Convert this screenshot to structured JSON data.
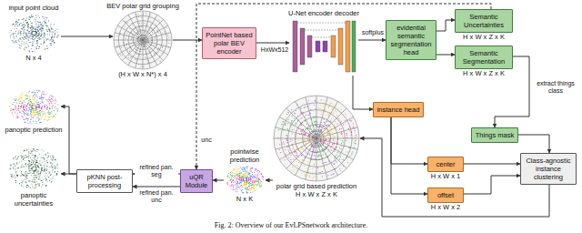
{
  "diagram": {
    "caption": "Fig. 2: Overview of our EvLPSnetwork architecture.",
    "nodes": [
      {
        "text": [
          "input point cloud",
          "N x 4"
        ]
      },
      {
        "text": [
          "BEV polar grid grouping",
          "(H x W x N*) x 4"
        ]
      },
      {
        "text": [
          "PointNet based polar BEV encoder"
        ]
      },
      {
        "text": [
          "U-Net encoder decoder"
        ]
      },
      {
        "text": [
          "evidential semantic segmentation head"
        ]
      },
      {
        "text": [
          "Semantic Uncertainties",
          "H x W x Z x K"
        ]
      },
      {
        "text": [
          "Semantic Segmentation",
          "H x W x Z x K"
        ]
      },
      {
        "text": [
          "panoptic prediction"
        ]
      },
      {
        "text": [
          "instance head"
        ]
      },
      {
        "text": [
          "Things mask"
        ]
      },
      {
        "text": [
          "polar grid based prediction",
          "H x W x Z x K"
        ]
      },
      {
        "text": [
          "center",
          "H x W x 1"
        ]
      },
      {
        "text": [
          "Class-agnostic instance clustering"
        ]
      },
      {
        "text": [
          "panoptic uncertainties"
        ]
      },
      {
        "text": [
          "pKNN post-processing"
        ]
      },
      {
        "text": [
          "uQR Module"
        ]
      },
      {
        "text": [
          "pointwise prediction",
          "N x K"
        ]
      },
      {
        "text": [
          "offset",
          "H x W x 2"
        ]
      }
    ],
    "edges": [
      {
        "from": 0,
        "to": 1,
        "arrow": "to"
      },
      {
        "from": 1,
        "to": 2,
        "arrow": "to"
      },
      {
        "from": 2,
        "to": 3,
        "label": "HxWx512",
        "arrow": "to"
      },
      {
        "from": 3,
        "to": 4,
        "label": "softplus",
        "arrow": "to"
      },
      {
        "from": 4,
        "to": 5,
        "arrow": "to"
      },
      {
        "from": 4,
        "to": 6,
        "arrow": "to"
      },
      {
        "from": 6,
        "to": 9,
        "label": "extract things class",
        "arrow": "to"
      },
      {
        "from": 3,
        "to": 8,
        "arrow": "to"
      },
      {
        "from": 8,
        "to": 11,
        "arrow": "to"
      },
      {
        "from": 8,
        "to": 17,
        "arrow": "to"
      },
      {
        "from": 11,
        "to": 12,
        "arrow": "to"
      },
      {
        "from": 17,
        "to": 12,
        "arrow": "to"
      },
      {
        "from": 9,
        "to": 12,
        "arrow": "to"
      },
      {
        "from": 12,
        "to": 10,
        "arrow": "to"
      },
      {
        "from": 10,
        "to": 16,
        "arrow": "to"
      },
      {
        "from": 16,
        "to": 15,
        "arrow": "to"
      },
      {
        "from": 15,
        "to": 14,
        "label": "refined pan. seg",
        "arrow": "to"
      },
      {
        "from": 15,
        "to": 14,
        "label": "refined pan. unc",
        "arrow": "to"
      },
      {
        "from": 14,
        "to": 7,
        "arrow": "to"
      },
      {
        "from": 14,
        "to": 13,
        "arrow": "to"
      },
      {
        "from": 5,
        "to": 15,
        "label": "unc",
        "arrow": "to"
      }
    ]
  }
}
